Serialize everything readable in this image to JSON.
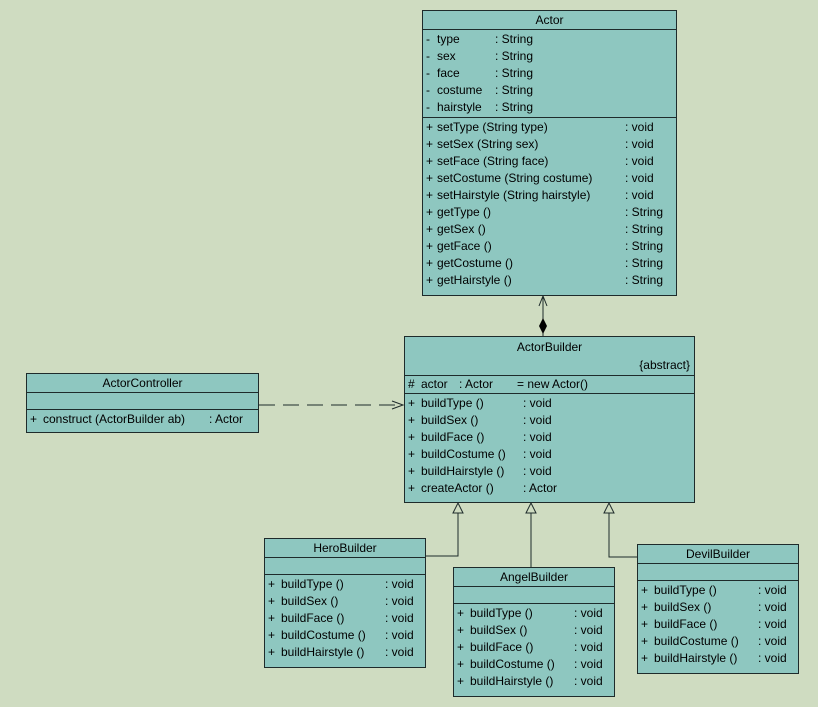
{
  "actor": {
    "name": "Actor",
    "attributes": [
      {
        "vis": "-",
        "name": "type",
        "type": ": String"
      },
      {
        "vis": "-",
        "name": "sex",
        "type": ": String"
      },
      {
        "vis": "-",
        "name": "face",
        "type": ": String"
      },
      {
        "vis": "-",
        "name": "costume",
        "type": ": String"
      },
      {
        "vis": "-",
        "name": "hairstyle",
        "type": ": String"
      }
    ],
    "operations": [
      {
        "vis": "+",
        "sig": "setType (String type)",
        "ret": ": void"
      },
      {
        "vis": "+",
        "sig": "setSex (String sex)",
        "ret": ": void"
      },
      {
        "vis": "+",
        "sig": "setFace (String face)",
        "ret": ": void"
      },
      {
        "vis": "+",
        "sig": "setCostume (String costume)",
        "ret": ": void"
      },
      {
        "vis": "+",
        "sig": "setHairstyle (String hairstyle)",
        "ret": ": void"
      },
      {
        "vis": "+",
        "sig": "getType ()",
        "ret": ": String"
      },
      {
        "vis": "+",
        "sig": "getSex ()",
        "ret": ": String"
      },
      {
        "vis": "+",
        "sig": "getFace ()",
        "ret": ": String"
      },
      {
        "vis": "+",
        "sig": "getCostume ()",
        "ret": ": String"
      },
      {
        "vis": "+",
        "sig": "getHairstyle ()",
        "ret": ": String"
      }
    ]
  },
  "actor_builder": {
    "name": "ActorBuilder",
    "stereotype": "{abstract}",
    "attribute": {
      "vis": "#",
      "name": "actor",
      "type": ": Actor",
      "init": "= new Actor()"
    },
    "operations": [
      {
        "vis": "+",
        "sig": "buildType ()",
        "ret": ": void"
      },
      {
        "vis": "+",
        "sig": "buildSex ()",
        "ret": ": void"
      },
      {
        "vis": "+",
        "sig": "buildFace ()",
        "ret": ": void"
      },
      {
        "vis": "+",
        "sig": "buildCostume ()",
        "ret": ": void"
      },
      {
        "vis": "+",
        "sig": "buildHairstyle ()",
        "ret": ": void"
      },
      {
        "vis": "+",
        "sig": "createActor ()",
        "ret": ": Actor"
      }
    ]
  },
  "actor_controller": {
    "name": "ActorController",
    "operations": [
      {
        "vis": "+",
        "sig": "construct (ActorBuilder ab)",
        "ret": ": Actor"
      }
    ]
  },
  "hero_builder": {
    "name": "HeroBuilder",
    "operations": [
      {
        "vis": "+",
        "sig": "buildType ()",
        "ret": ": void"
      },
      {
        "vis": "+",
        "sig": "buildSex ()",
        "ret": ": void"
      },
      {
        "vis": "+",
        "sig": "buildFace ()",
        "ret": ": void"
      },
      {
        "vis": "+",
        "sig": "buildCostume ()",
        "ret": ": void"
      },
      {
        "vis": "+",
        "sig": "buildHairstyle ()",
        "ret": ": void"
      }
    ]
  },
  "angel_builder": {
    "name": "AngelBuilder",
    "operations": [
      {
        "vis": "+",
        "sig": "buildType ()",
        "ret": ": void"
      },
      {
        "vis": "+",
        "sig": "buildSex ()",
        "ret": ": void"
      },
      {
        "vis": "+",
        "sig": "buildFace ()",
        "ret": ": void"
      },
      {
        "vis": "+",
        "sig": "buildCostume ()",
        "ret": ": void"
      },
      {
        "vis": "+",
        "sig": "buildHairstyle ()",
        "ret": ": void"
      }
    ]
  },
  "devil_builder": {
    "name": "DevilBuilder",
    "operations": [
      {
        "vis": "+",
        "sig": "buildType ()",
        "ret": ": void"
      },
      {
        "vis": "+",
        "sig": "buildSex ()",
        "ret": ": void"
      },
      {
        "vis": "+",
        "sig": "buildFace ()",
        "ret": ": void"
      },
      {
        "vis": "+",
        "sig": "buildCostume ()",
        "ret": ": void"
      },
      {
        "vis": "+",
        "sig": "buildHairstyle ()",
        "ret": ": void"
      }
    ]
  },
  "colors": {
    "background": "#cfdcc1",
    "class_fill": "#8ec7c0",
    "border": "#1e2b2b"
  }
}
